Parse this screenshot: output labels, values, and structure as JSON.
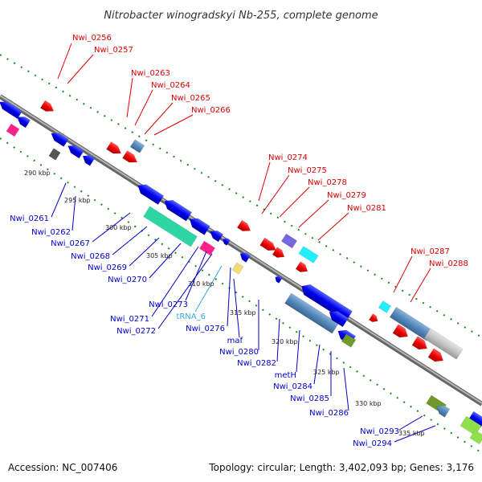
{
  "title": "Nitrobacter winogradskyi Nb-255, complete genome",
  "footer": {
    "accession": "Accession: NC_007406",
    "summary": "Topology: circular; Length: 3,402,093 bp; Genes: 3,176"
  },
  "colors": {
    "forward_label": "#dd0000",
    "reverse_label": "#0000cc",
    "trna_label": "#33aadd",
    "backbone": "#888888",
    "forward_gene": "#ff0000",
    "reverse_gene": "#0000ff"
  },
  "scale_ticks": [
    "290 kbp",
    "295 kbp",
    "300 kbp",
    "305 kbp",
    "310 kbp",
    "315 kbp",
    "320 kbp",
    "325 kbp",
    "330 kbp",
    "335 kbp"
  ],
  "forward_labels": [
    "Nwi_0256",
    "Nwi_0257",
    "Nwi_0263",
    "Nwi_0264",
    "Nwi_0265",
    "Nwi_0266",
    "Nwi_0274",
    "Nwi_0275",
    "Nwi_0278",
    "Nwi_0279",
    "Nwi_0281",
    "Nwi_0287",
    "Nwi_0288"
  ],
  "reverse_labels": [
    "Nwi_0261",
    "Nwi_0262",
    "Nwi_0267",
    "Nwi_0268",
    "Nwi_0269",
    "Nwi_0270",
    "Nwi_0273",
    "Nwi_0271",
    "Nwi_0272",
    "tRNA_6",
    "Nwi_0276",
    "maf",
    "Nwi_0280",
    "Nwi_0282",
    "metH",
    "Nwi_0284",
    "Nwi_0285",
    "Nwi_0286",
    "Nwi_0293",
    "Nwi_0294"
  ]
}
